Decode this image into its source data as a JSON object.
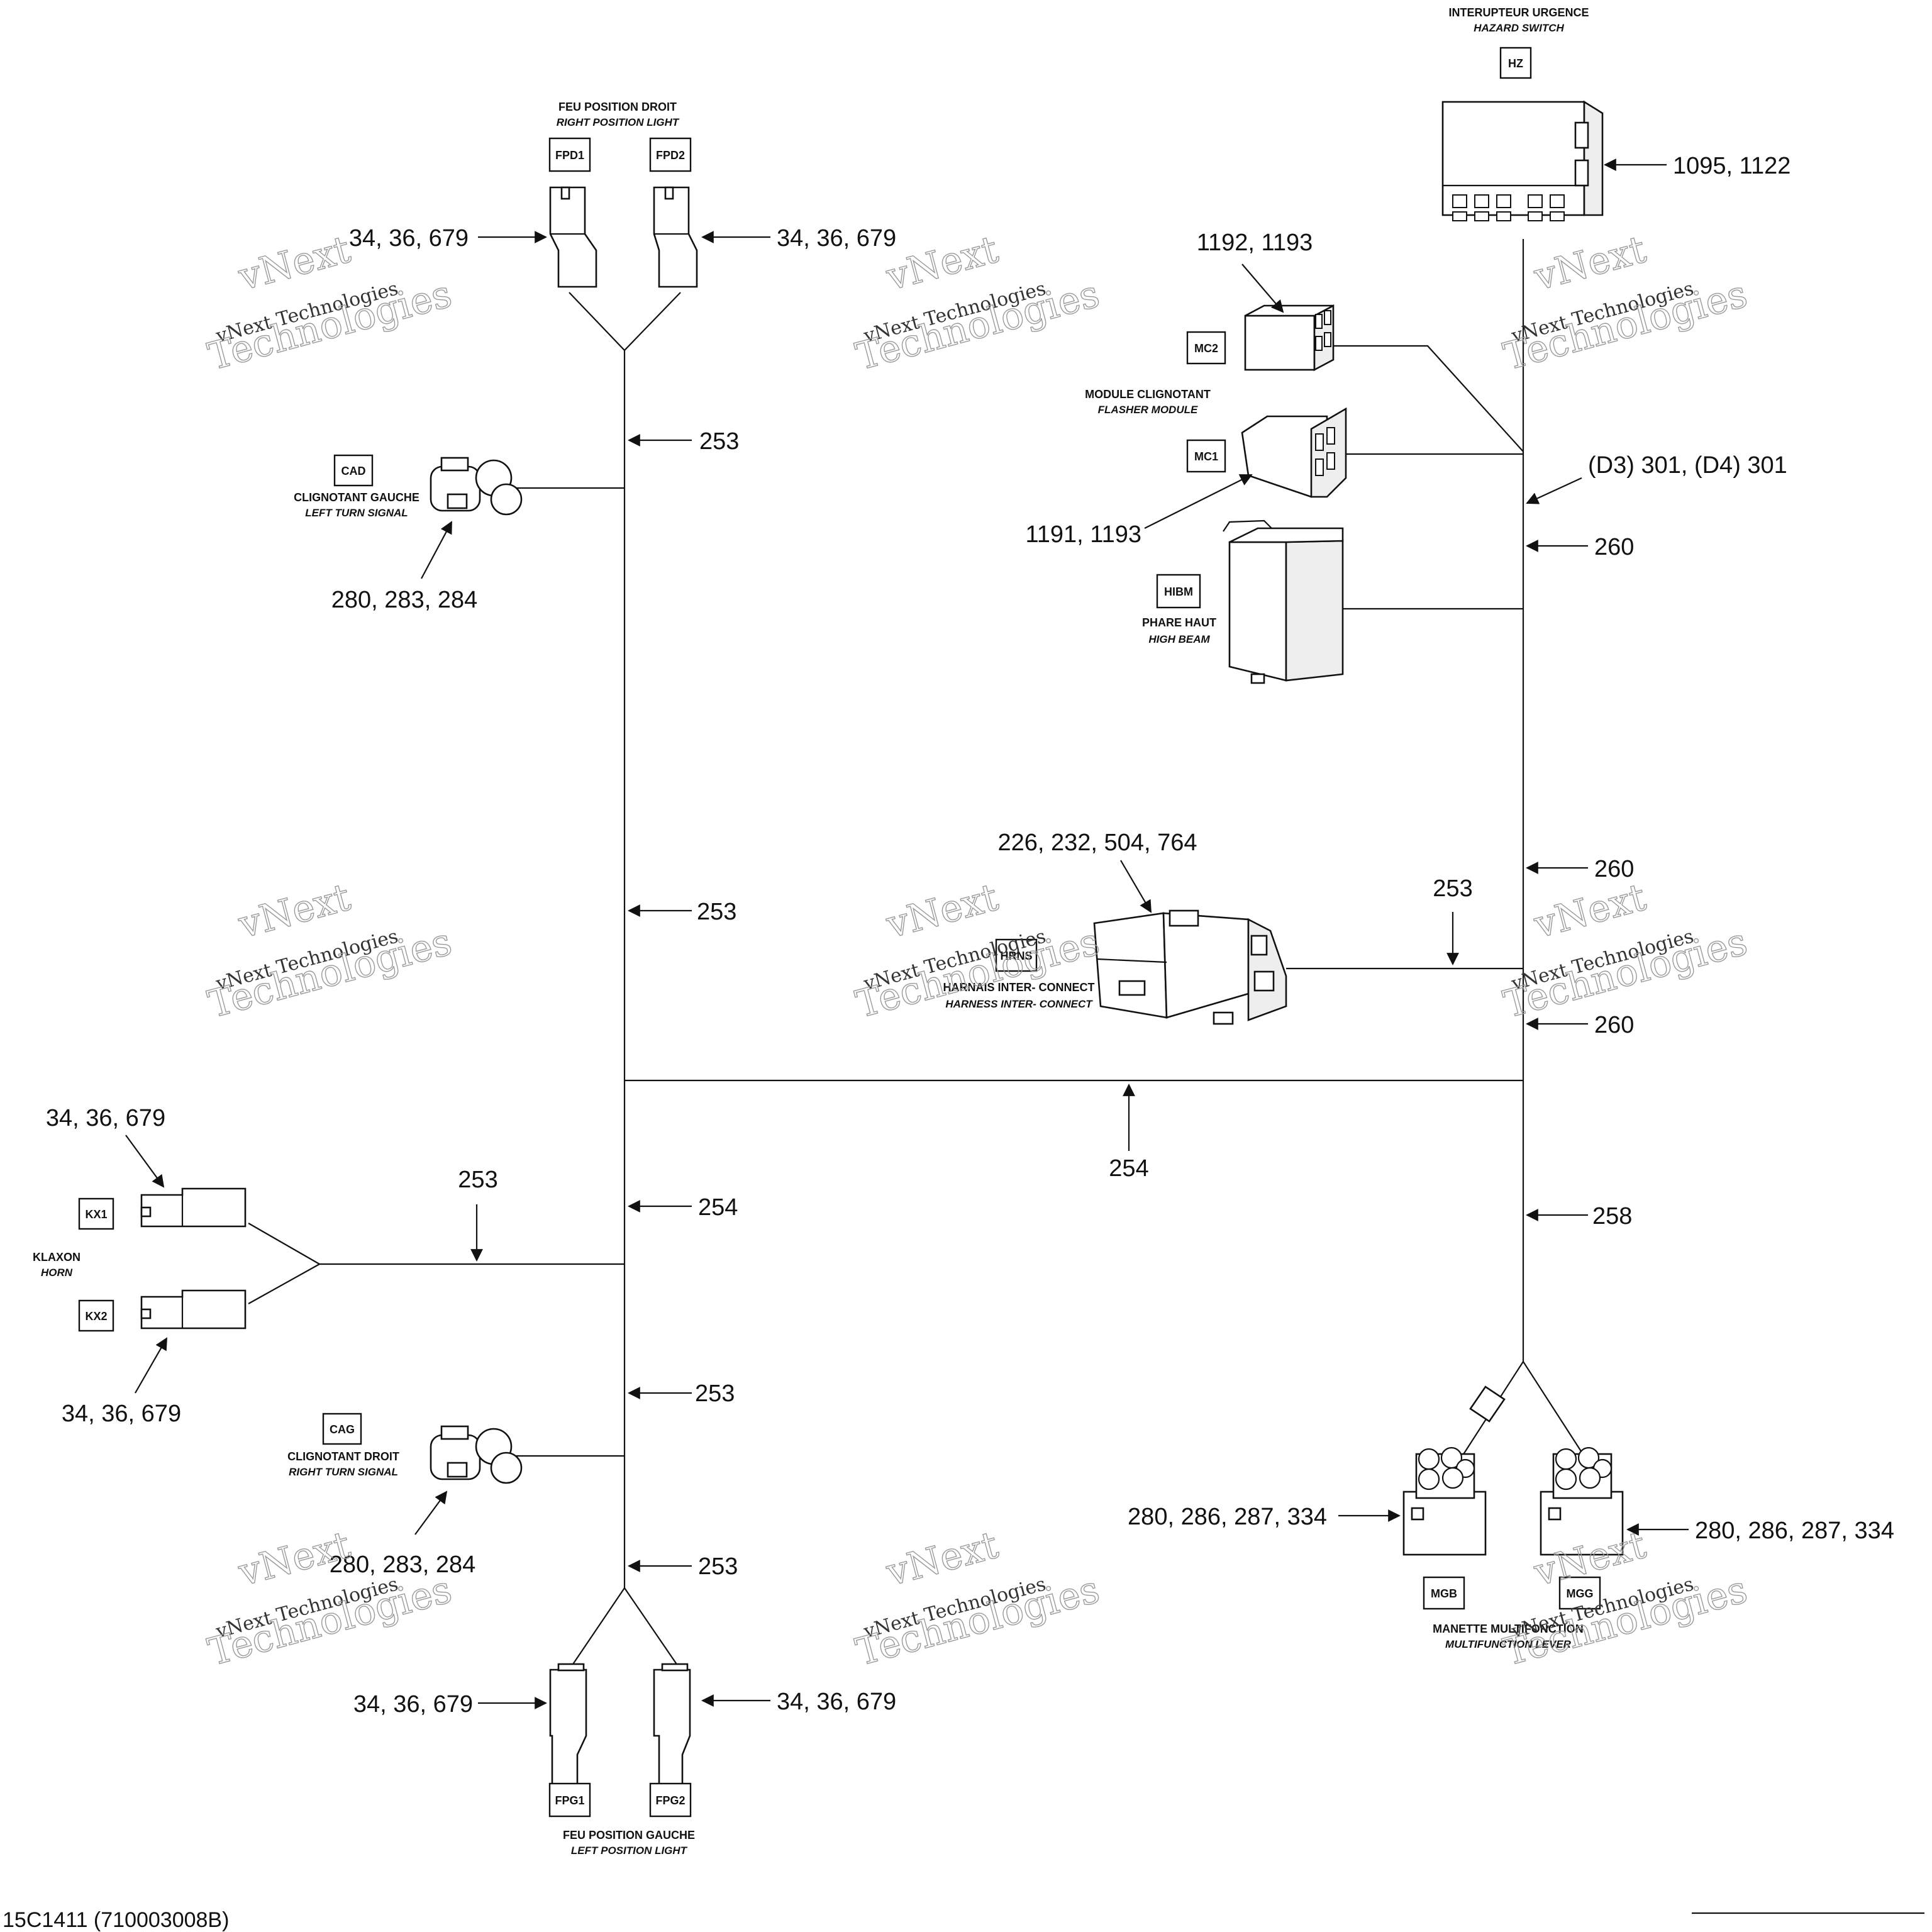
{
  "callouts": {
    "fpd_left": "34, 36, 679",
    "fpd_right": "34, 36, 679",
    "hz": "1095, 1122",
    "mc2": "1192, 1193",
    "mc1": "1191, 1193",
    "d3d4": "(D3) 301, (D4) 301",
    "w260a": "260",
    "w253a": "253",
    "cad": "280, 283, 284",
    "harness": "226, 232, 504, 764",
    "w253b": "253",
    "w253c": "253",
    "w260b": "260",
    "w260c": "260",
    "w254a": "254",
    "kx1": "34, 36, 679",
    "w253d": "253",
    "w254b": "254",
    "w258": "258",
    "kx2": "34, 36, 679",
    "w253e": "253",
    "cag": "280, 283, 284",
    "w253f": "253",
    "mgb": "280, 286, 287, 334",
    "mgg": "280, 286, 287, 334",
    "fpg_left": "34, 36, 679",
    "fpg_right": "34, 36, 679"
  },
  "tags": {
    "hz": "HZ",
    "fpd1": "FPD1",
    "fpd2": "FPD2",
    "mc2": "MC2",
    "mc1": "MC1",
    "cad": "CAD",
    "hibm": "HIBM",
    "hrns": "HRNS",
    "kx1": "KX1",
    "kx2": "KX2",
    "cag": "CAG",
    "mgb": "MGB",
    "mgg": "MGG",
    "fpg1": "FPG1",
    "fpg2": "FPG2"
  },
  "labels": {
    "hz_fr": "INTERUPTEUR URGENCE",
    "hz_en": "HAZARD SWITCH",
    "fpd_fr": "FEU POSITION DROIT",
    "fpd_en": "RIGHT POSITION LIGHT",
    "mc_fr": "MODULE CLIGNOTANT",
    "mc_en": "FLASHER MODULE",
    "cad_fr": "CLIGNOTANT GAUCHE",
    "cad_en": "LEFT TURN SIGNAL",
    "hibm_fr": "PHARE HAUT",
    "hibm_en": "HIGH BEAM",
    "hrns_fr": "HARNAIS INTER-  CONNECT",
    "hrns_en": "HARNESS INTER-  CONNECT",
    "kx_fr": "KLAXON",
    "kx_en": "HORN",
    "cag_fr": "CLIGNOTANT DROIT",
    "cag_en": "RIGHT TURN SIGNAL",
    "mg_fr": "MANETTE MULTIFONCTION",
    "mg_en": "MULTIFUNCTION LEVER",
    "fpg_fr": "FEU POSITION GAUCHE",
    "fpg_en": "LEFT POSITION LIGHT"
  },
  "watermark": {
    "line1": "vNext",
    "line2": "vNext Technologies",
    "line3": "Technologies"
  },
  "footer": "15C1411 (710003008B)"
}
